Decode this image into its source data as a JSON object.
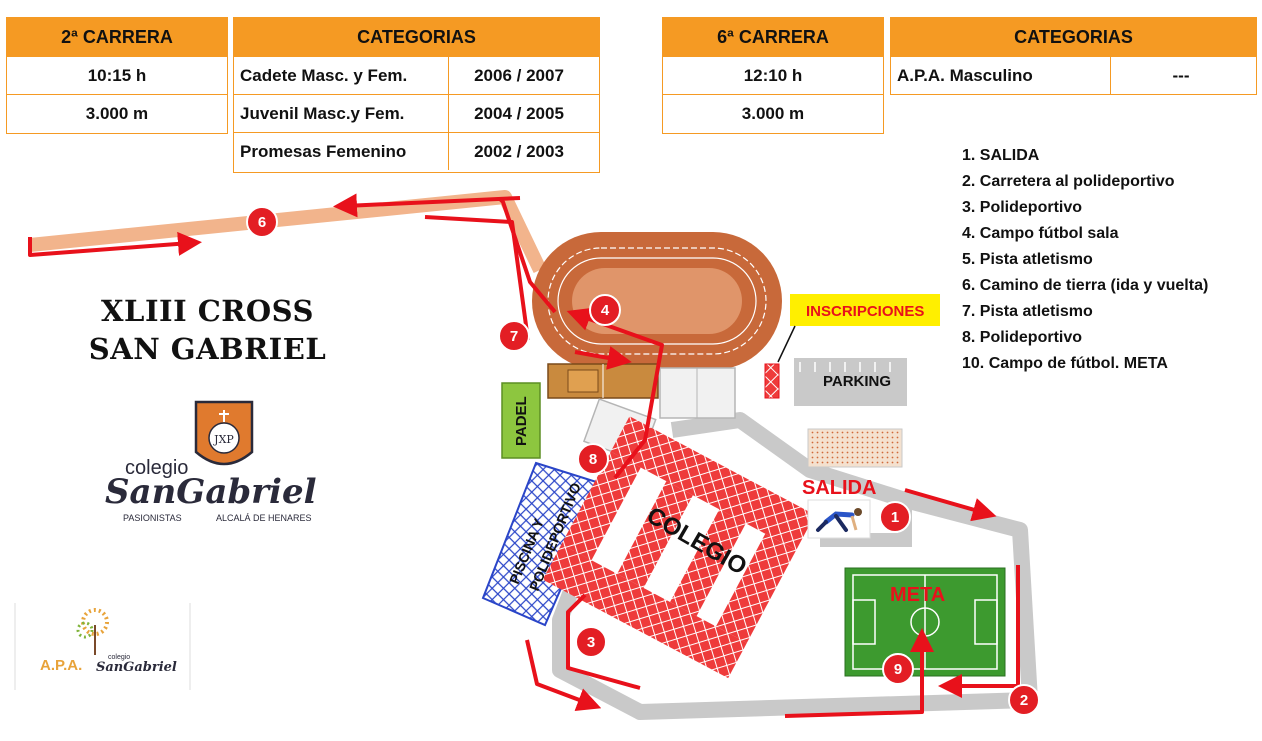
{
  "race2": {
    "title": "2ª CARRERA",
    "time": "10:15 h",
    "distance": "3.000 m"
  },
  "categories_left": {
    "title": "CATEGORIAS",
    "rows": [
      {
        "name": "Cadete Masc. y Fem.",
        "years": "2006 / 2007"
      },
      {
        "name": "Juvenil Masc.y  Fem.",
        "years": "2004 / 2005"
      },
      {
        "name": "Promesas Femenino",
        "years": "2002 / 2003"
      }
    ]
  },
  "race6": {
    "title": "6ª CARRERA",
    "time": "12:10 h",
    "distance": "3.000 m"
  },
  "categories_right": {
    "title": "CATEGORIAS",
    "rows": [
      {
        "name": "A.P.A. Masculino",
        "years": "---"
      }
    ]
  },
  "legend": [
    "1. SALIDA",
    "2. Carretera al polideportivo",
    "3. Polideportivo",
    "4. Campo fútbol sala",
    "5. Pista atletismo",
    "6. Camino de tierra (ida y vuelta)",
    "7. Pista atletismo",
    "8. Polideportivo",
    "10. Campo de fútbol. META"
  ],
  "event_title": {
    "line1": "XLIII CROSS",
    "line2": "SAN GABRIEL"
  },
  "logo": {
    "word1": "colegio",
    "word2": "SanGabriel",
    "sub_left": "PASIONISTAS",
    "sub_right": "ALCALÁ DE HENARES",
    "monogram": "JXP"
  },
  "apa_logo": {
    "text": "A.P.A.",
    "word1": "colegio",
    "word2": "SanGabriel"
  },
  "map_labels": {
    "inscripciones": "INSCRIPCIONES",
    "parking": "PARKING",
    "padel": "PADEL",
    "piscina": "PISCINA Y",
    "polideportivo": "POLIDEPORTIVO",
    "colegio": "COLEGIO",
    "salida": "SALIDA",
    "meta": "META"
  },
  "markers": [
    "1",
    "2",
    "3",
    "4",
    "6",
    "7",
    "8",
    "9"
  ],
  "colors": {
    "orange": "#f59a23",
    "route_red": "#e8111b",
    "marker_red": "#e31e24",
    "path": "#f2b48c",
    "track": "#c8693a",
    "road": "#c9c9c9",
    "field_green": "#3d9a2f",
    "yellow": "#ffef00"
  }
}
